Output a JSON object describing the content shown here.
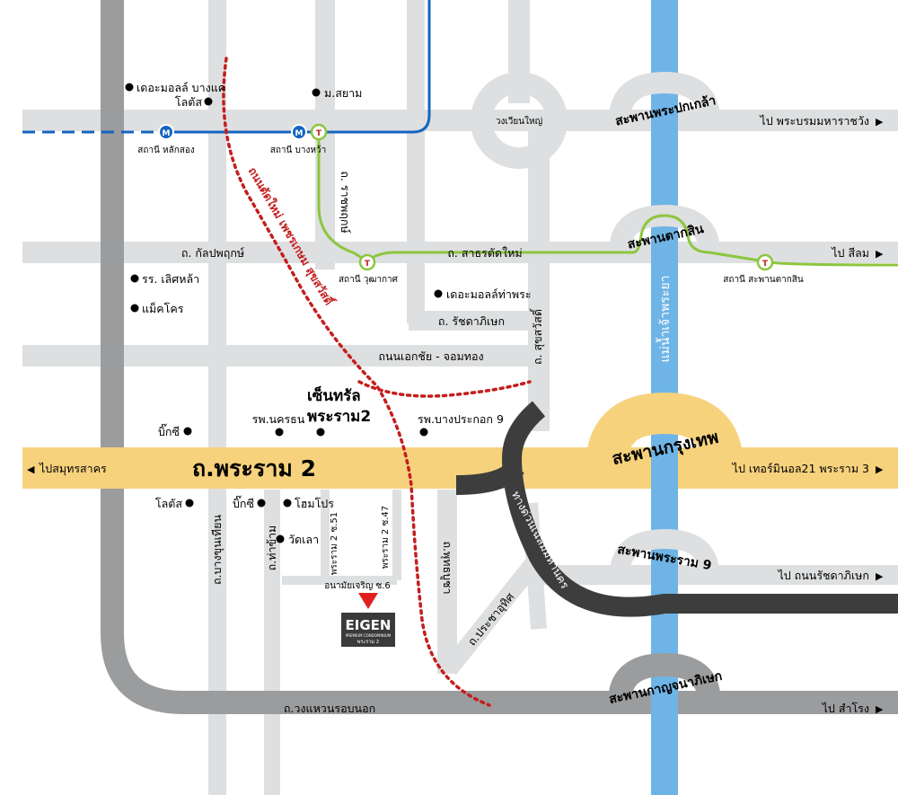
{
  "colors": {
    "road": "#dedfe0",
    "outer_ring": "#9b9c9e",
    "rama2": "#f7d27d",
    "river": "#6fb4e6",
    "expressway": "#3d3d3d",
    "mrt": "#1565c0",
    "bts": "#8cc63f",
    "new_road": "#c41e1e",
    "marker": "#e02020",
    "logo_bg": "#3a3a3a"
  },
  "icons": {
    "mrt": "mrt-station-icon",
    "bts": "bts-station-icon",
    "poi": "poi-dot-icon",
    "arrow_left": "arrow-left-icon",
    "arrow_right": "arrow-right-icon",
    "project": "location-marker-icon"
  },
  "roads": {
    "rama2": "ถ.พระราม 2",
    "kanlapaphruek": "ถ. กัลปพฤกษ์",
    "sathon_new": "ถ. สาธรตัดใหม่",
    "ratchaphruek": "ถ. ราชพฤกษ์",
    "ratchadaphisek": "ถ. รัชดาภิเษก",
    "ekkachai": "ถนนเอกชัย - จอมทอง",
    "suksawat": "ถ. สุขสวัสดิ์",
    "bang_khun_thian": "ถ.บางขุนเทียน",
    "tha_kham": "ถ.ท่าข้าม",
    "rama2_soi51": "พระราม 2 ซ.51",
    "rama2_soi47": "พระราม 2 ซ.47",
    "anamai": "อนามัยเจริญ ซ.6",
    "phutthabucha": "ถ.พุทธบูชา",
    "pracha_uthit": "ถ.ประชาอุทิศ",
    "outer_ring": "ถ.วงแหวนรอบนอก",
    "chaloem_expressway": "ทางด่วนเฉลิมมหานคร",
    "new_cut_road": "ถนนตัดใหม่ เพชรเกษม สุขสวัสดิ์"
  },
  "directions": {
    "samut_sakhon": "ไปสมุทรสาคร",
    "grand_palace": "ไป พระบรมมหาราชวัง",
    "silom": "ไป สีลม",
    "terminal21": "ไป เทอร์มินอล21 พระราม 3",
    "ratchadaphisek": "ไป ถนนรัชดาภิเษก",
    "samrong": "ไป สำโรง"
  },
  "bridges": {
    "pinklao": "สะพานพระปกเกล้า",
    "taksin": "สะพานตากสิน",
    "krungthep": "สะพานกรุงเทพ",
    "rama9": "สะพานพระราม 9",
    "kanchanaphisek": "สะพานกาญจนาภิเษก"
  },
  "river": "แม่น้ำเจ้าพระยา",
  "roundabout": "วงเวียนใหญ่",
  "stations": {
    "lak_song": "สถานี หลักสอง",
    "bang_wa": "สถานี บางหว้า",
    "wutthakat": "สถานี วุฒากาศ",
    "saphan_taksin": "สถานี สะพานตากสิน"
  },
  "pois": {
    "mall_bangkhae": "เดอะมอลล์ บางแค",
    "lotus_top": "โลตัส",
    "siam_u": "ม.สยาม",
    "mall_thapra": "เดอะมอลล์ท่าพระ",
    "lertlah": "รร. เลิศหล้า",
    "makro": "แม็คโคร",
    "bigc_top": "บิ๊กซี",
    "nakhon_hospital": "รพ.นครธน",
    "central_line1": "เซ็นทรัล",
    "central_line2": "พระราม2",
    "bangpakok9": "รพ.บางประกอก 9",
    "lotus_bottom": "โลตัส",
    "bigc_bottom": "บิ๊กซี",
    "homepro": "โฮมโปร",
    "wat_lao": "วัดเลา"
  },
  "project": {
    "logo": "EIGEN",
    "tagline": "PREMIUM CONDOMINIUM",
    "location": "พระราม 2"
  }
}
